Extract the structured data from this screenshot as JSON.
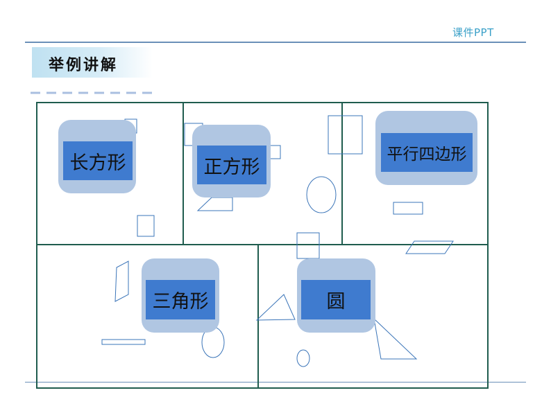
{
  "header": {
    "brand": "课件PPT"
  },
  "section": {
    "title": "举例讲解"
  },
  "shapes": {
    "rectangle": "长方形",
    "square": "正方形",
    "parallelogram": "平行四边形",
    "triangle": "三角形",
    "circle": "圆"
  },
  "colors": {
    "grid_line": "#1f5c4e",
    "card_bg": "#b0c6e2",
    "label_bg": "#3f7bcf",
    "shape_stroke": "#3a74b8",
    "accent_line": "#6a8fb8",
    "brand_text": "#3aa0c8"
  }
}
